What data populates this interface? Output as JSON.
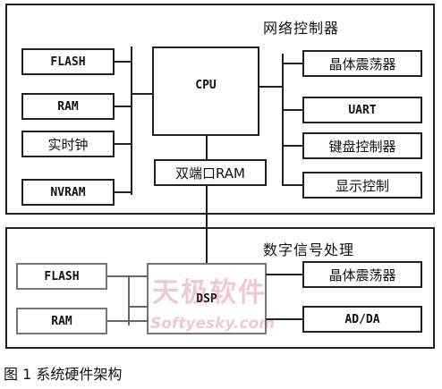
{
  "network_controller": {
    "title": "网络控制器",
    "left_boxes": [
      "FLASH",
      "RAM",
      "实时钟",
      "NVRAM"
    ],
    "cpu_label": "CPU",
    "dual_port_label": "双端口RAM",
    "right_boxes": [
      "晶体震荡器",
      "UART",
      "键盘控制器",
      "显示控制"
    ]
  },
  "digital_signal": {
    "title": "数字信号处理",
    "left_boxes": [
      "FLASH",
      "RAM"
    ],
    "dsp_label": "DSP",
    "right_boxes": [
      "晶体震荡器",
      "AD/DA"
    ]
  },
  "caption": "图 1  系统硬件架构",
  "watermark": {
    "main": "天极软件",
    "sub": "Softyesky.com"
  }
}
